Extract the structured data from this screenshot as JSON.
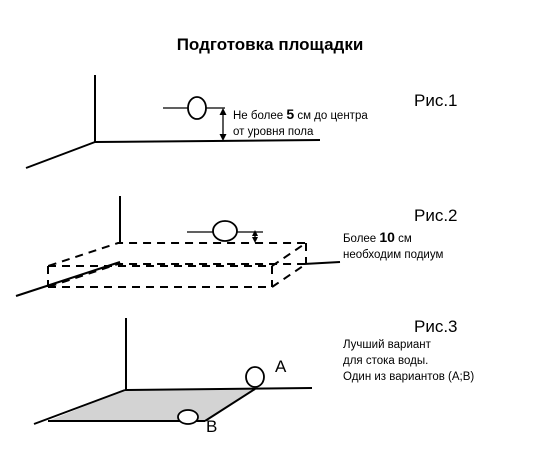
{
  "title": "Подготовка площадки",
  "fig1": {
    "label": "Рис.1",
    "note_pre": "Не более ",
    "note_num": "5",
    "note_post": " см до центра",
    "note_line2": "от уровня пола"
  },
  "fig2": {
    "label": "Рис.2",
    "note_pre": "Более ",
    "note_num": "10",
    "note_post": " см",
    "note_line2": "необходим подиум"
  },
  "fig3": {
    "label": "Рис.3",
    "note_line1": "Лучший вариант",
    "note_line2": "для стока воды.",
    "note_line3": "Один из вариантов (А;В)",
    "point_a": "А",
    "point_b": "В"
  }
}
